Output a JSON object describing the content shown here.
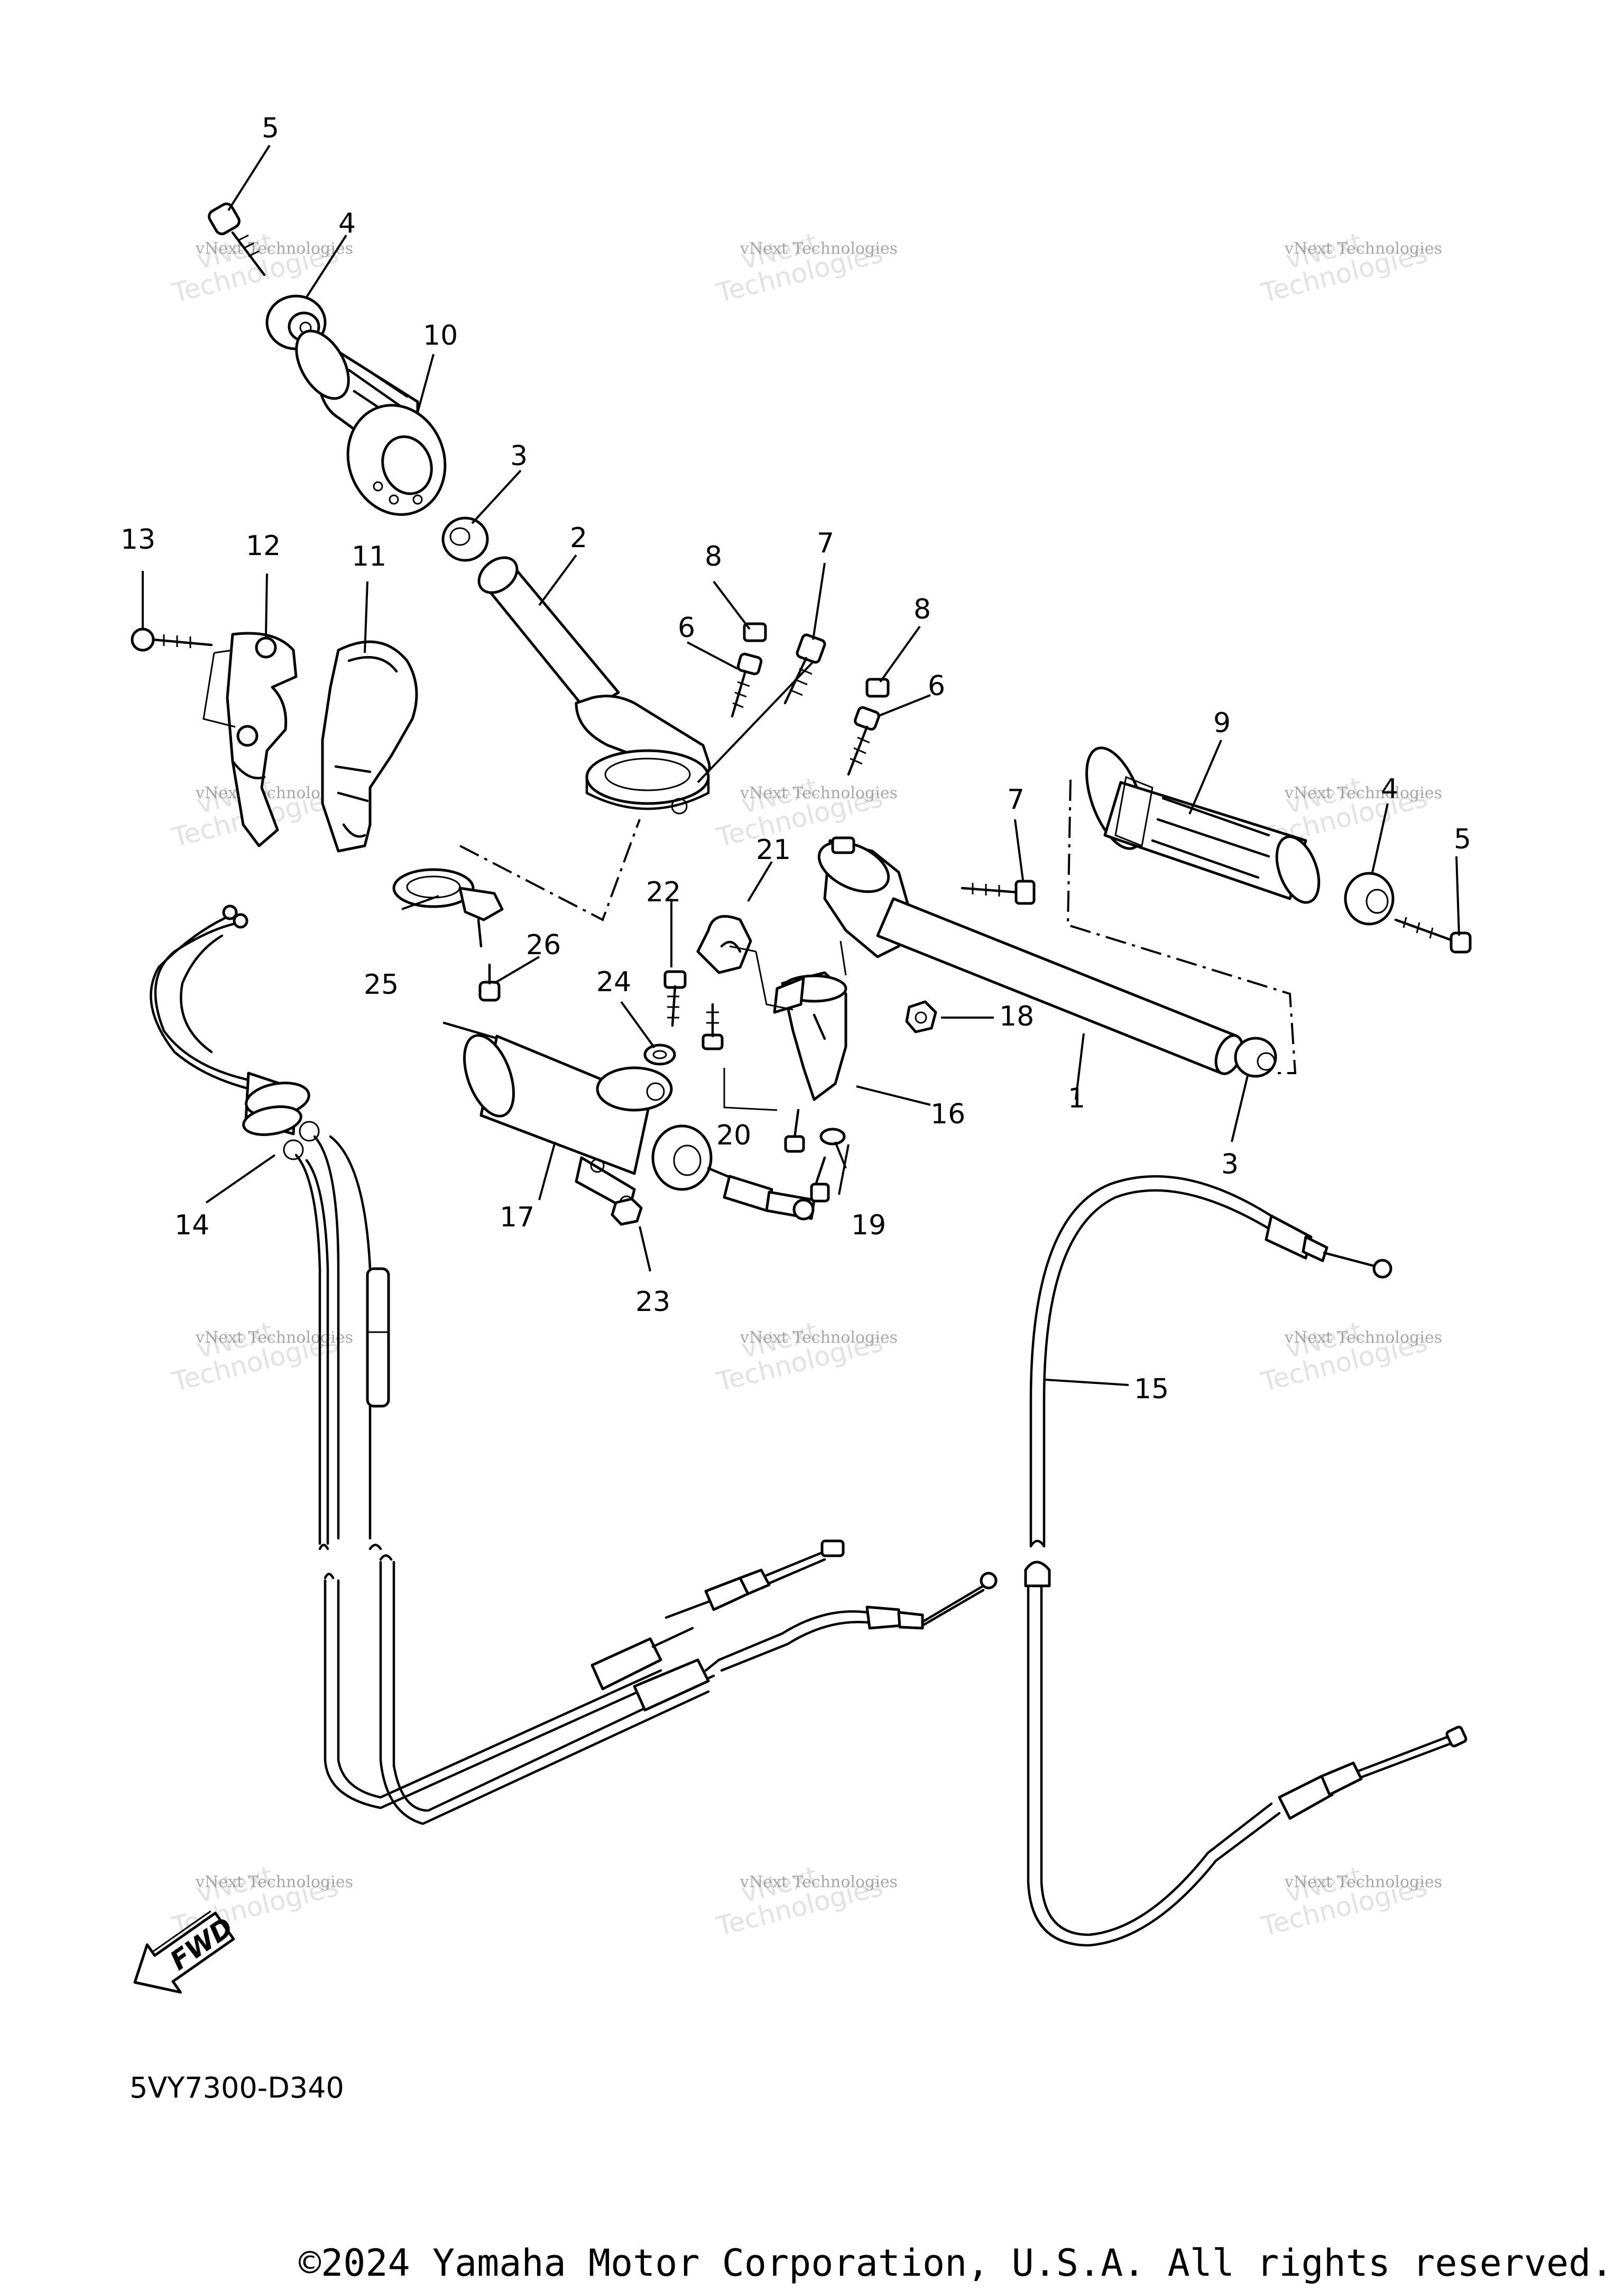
{
  "diagram": {
    "callouts": {
      "c1": "1",
      "c2": "2",
      "c3a": "3",
      "c3b": "3",
      "c4a": "4",
      "c4b": "4",
      "c5a": "5",
      "c5b": "5",
      "c6a": "6",
      "c6b": "6",
      "c7a": "7",
      "c7b": "7",
      "c8a": "8",
      "c8b": "8",
      "c9": "9",
      "c10": "10",
      "c11": "11",
      "c12": "12",
      "c13": "13",
      "c14": "14",
      "c15": "15",
      "c16": "16",
      "c17": "17",
      "c18": "18",
      "c19": "19",
      "c20": "20",
      "c21": "21",
      "c22": "22",
      "c23": "23",
      "c24": "24",
      "c25": "25",
      "c26": "26"
    },
    "fwd_label": "FWD",
    "diagram_code": "5VY7300-D340",
    "copyright": "©2024 Yamaha Motor Corporation, U.S.A. All rights reserved."
  },
  "watermark": {
    "line1": "vNext Technologies",
    "line2a": "vNext",
    "line2b": "Technologies"
  }
}
